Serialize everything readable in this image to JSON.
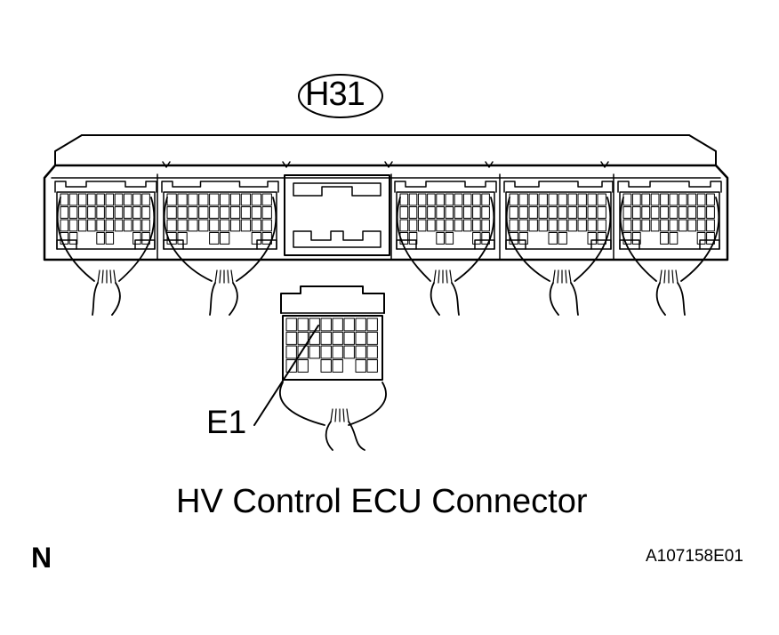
{
  "labels": {
    "main_connector": "H31",
    "sub_connector": "E1",
    "caption": "HV Control ECU Connector",
    "orientation_mark": "N",
    "figure_code": "A107158E01"
  },
  "colors": {
    "line": "#000000",
    "background": "#ffffff"
  }
}
